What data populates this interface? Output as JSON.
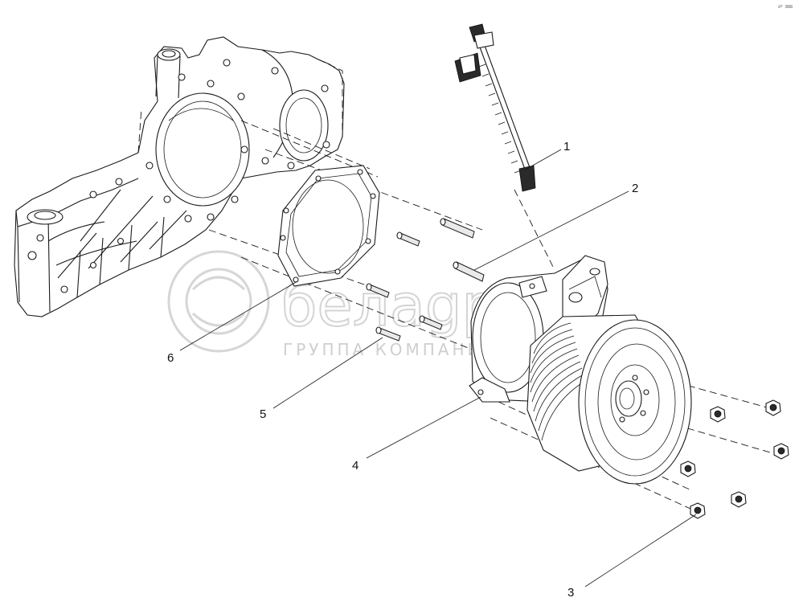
{
  "corner_code": "d* 888",
  "watermark": {
    "brand": "белаgро",
    "subtitle": "ГРУППА КОМПАНИЙ"
  },
  "callouts": [
    {
      "label": "1"
    },
    {
      "label": "2"
    },
    {
      "label": "3"
    },
    {
      "label": "4"
    },
    {
      "label": "5"
    },
    {
      "label": "6"
    }
  ]
}
